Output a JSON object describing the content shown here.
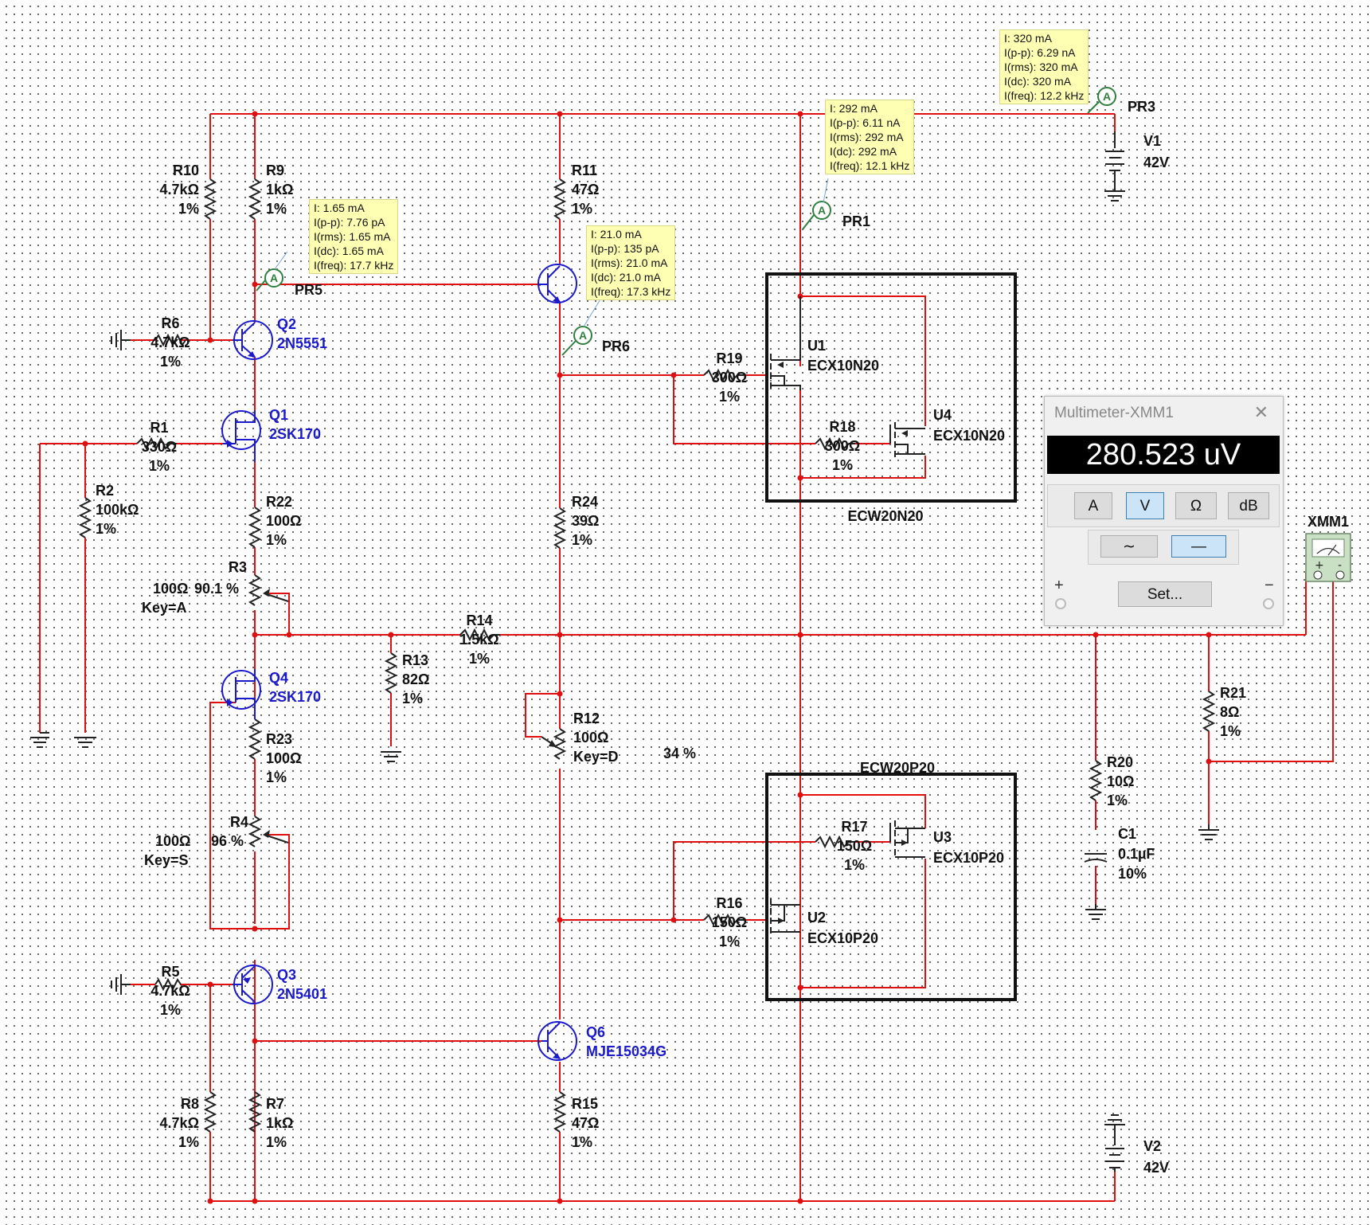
{
  "components": [
    {
      "ref": "R10",
      "value": "4.7kΩ",
      "tol": "1%"
    },
    {
      "ref": "R9",
      "value": "1kΩ",
      "tol": "1%"
    },
    {
      "ref": "R11",
      "value": "47Ω",
      "tol": "1%"
    },
    {
      "ref": "R6",
      "value": "4.7kΩ",
      "tol": "1%"
    },
    {
      "ref": "R1",
      "value": "330Ω",
      "tol": "1%"
    },
    {
      "ref": "R2",
      "value": "100kΩ",
      "tol": "1%"
    },
    {
      "ref": "R22",
      "value": "100Ω",
      "tol": "1%"
    },
    {
      "ref": "R24",
      "value": "39Ω",
      "tol": "1%"
    },
    {
      "ref": "R14",
      "value": "1.5kΩ",
      "tol": "1%"
    },
    {
      "ref": "R13",
      "value": "82Ω",
      "tol": "1%"
    },
    {
      "ref": "R23",
      "value": "100Ω",
      "tol": "1%"
    },
    {
      "ref": "R5",
      "value": "4.7kΩ",
      "tol": "1%"
    },
    {
      "ref": "R8",
      "value": "4.7kΩ",
      "tol": "1%"
    },
    {
      "ref": "R7",
      "value": "1kΩ",
      "tol": "1%"
    },
    {
      "ref": "R15",
      "value": "47Ω",
      "tol": "1%"
    },
    {
      "ref": "R19",
      "value": "300Ω",
      "tol": "1%"
    },
    {
      "ref": "R18",
      "value": "300Ω",
      "tol": "1%"
    },
    {
      "ref": "R17",
      "value": "150Ω",
      "tol": "1%"
    },
    {
      "ref": "R16",
      "value": "150Ω",
      "tol": "1%"
    },
    {
      "ref": "R20",
      "value": "10Ω",
      "tol": "1%"
    },
    {
      "ref": "R21",
      "value": "8Ω",
      "tol": "1%"
    }
  ],
  "pots": {
    "r3": {
      "ref": "R3",
      "value": "100Ω",
      "pct": "90.1 %",
      "key": "Key=A"
    },
    "r4": {
      "ref": "R4",
      "value": "100Ω",
      "pct": "96 %",
      "key": "Key=S"
    },
    "r12": {
      "ref": "R12",
      "value": "100Ω",
      "pct": "34 %",
      "key": "Key=D"
    }
  },
  "transistors": [
    {
      "ref": "Q2",
      "part": "2N5551"
    },
    {
      "ref": "Q1",
      "part": "2SK170"
    },
    {
      "ref": "Q4",
      "part": "2SK170"
    },
    {
      "ref": "Q3",
      "part": "2N5401"
    },
    {
      "ref": "Q6",
      "part": "MJE15034G"
    }
  ],
  "mosfets": {
    "u1": {
      "ref": "U1",
      "part": "ECX10N20"
    },
    "u4": {
      "ref": "U4",
      "part": "ECX10N20"
    },
    "u3": {
      "ref": "U3",
      "part": "ECX10P20"
    },
    "u2": {
      "ref": "U2",
      "part": "ECX10P20"
    },
    "box_top": "ECW20N20",
    "box_bottom": "ECW20P20"
  },
  "capacitor": {
    "ref": "C1",
    "value": "0.1µF",
    "tol": "10%"
  },
  "sources": {
    "v1": {
      "ref": "V1",
      "value": "42V"
    },
    "v2": {
      "ref": "V2",
      "value": "42V"
    }
  },
  "probes": {
    "pr1": {
      "name": "PR1",
      "icon": "ammeter-probe-icon",
      "lines": [
        "I: 292 mA",
        "I(p-p): 6.11 nA",
        "I(rms): 292 mA",
        "I(dc): 292 mA",
        "I(freq): 12.1 kHz"
      ]
    },
    "pr3": {
      "name": "PR3",
      "icon": "ammeter-probe-icon",
      "lines": [
        "I: 320 mA",
        "I(p-p): 6.29 nA",
        "I(rms): 320 mA",
        "I(dc): 320 mA",
        "I(freq): 12.2 kHz"
      ]
    },
    "pr5": {
      "name": "PR5",
      "icon": "ammeter-probe-icon",
      "lines": [
        "I: 1.65 mA",
        "I(p-p): 7.76 pA",
        "I(rms): 1.65 mA",
        "I(dc): 1.65 mA",
        "I(freq): 17.7 kHz"
      ]
    },
    "pr6": {
      "name": "PR6",
      "icon": "ammeter-probe-icon",
      "lines": [
        "I: 21.0 mA",
        "I(p-p): 135 pA",
        "I(rms): 21.0 mA",
        "I(dc): 21.0 mA",
        "I(freq): 17.3 kHz"
      ]
    },
    "probe_letter": "A"
  },
  "instrument": {
    "ref": "XMM1",
    "plus": "+",
    "minus": "-"
  },
  "multimeter": {
    "title": "Multimeter-XMM1",
    "close": "✕",
    "reading": "280.523 uV",
    "modes": [
      "A",
      "V",
      "Ω",
      "dB"
    ],
    "active_mode": "V",
    "ac_symbol": "∼",
    "dc_symbol": "—",
    "active_coupling": "dc",
    "set_label": "Set...",
    "plus": "+",
    "minus": "−"
  },
  "colors": {
    "wire": "#e01010",
    "part_blue": "#1a1acc",
    "probe_green": "#2f7f3f",
    "note_bg": "#ffffb4",
    "display_bg": "#000000",
    "active_button": "#cce4f7"
  }
}
